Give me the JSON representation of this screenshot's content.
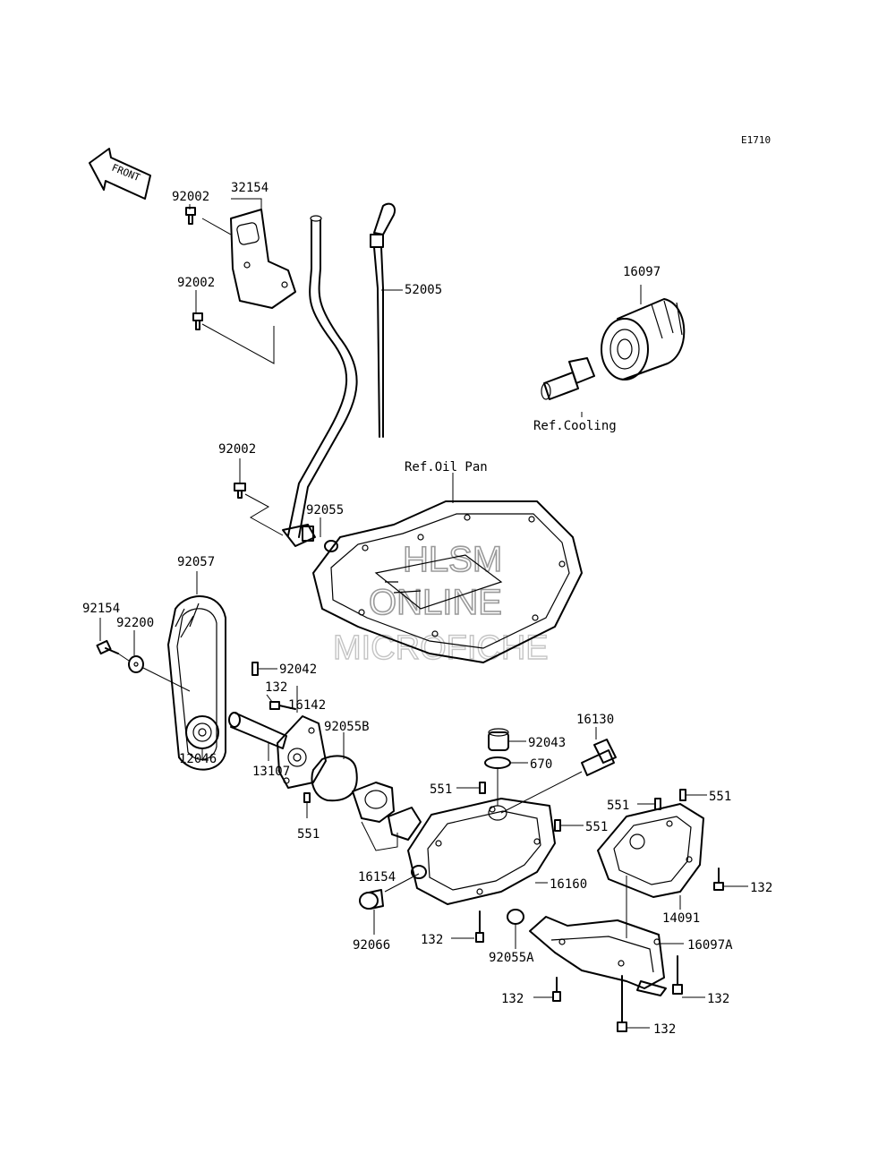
{
  "diagram_code": "E1710",
  "front_label": "FRONT",
  "refs": {
    "cooling": "Ref.Cooling",
    "oil_pan": "Ref.Oil Pan"
  },
  "labels": {
    "p32154": "32154",
    "p92002_a": "92002",
    "p92002_b": "92002",
    "p92002_c": "92002",
    "p52005": "52005",
    "p16097": "16097",
    "p92055": "92055",
    "p92057": "92057",
    "p92154": "92154",
    "p92200": "92200",
    "p92042": "92042",
    "p132_a": "132",
    "p16142": "16142",
    "p92055b": "92055B",
    "p12046": "12046",
    "p13107": "13107",
    "p551_a": "551",
    "p16130": "16130",
    "p92043": "92043",
    "p670": "670",
    "p551_b": "551",
    "p551_c": "551",
    "p551_d": "551",
    "p551_e": "551",
    "p16154": "16154",
    "p16160": "16160",
    "p14091": "14091",
    "p132_b": "132",
    "p92066": "92066",
    "p132_c": "132",
    "p92055a": "92055A",
    "p16097a": "16097A",
    "p132_d": "132",
    "p132_e": "132",
    "p132_f": "132"
  },
  "watermark": {
    "line1": "HLSM",
    "line2": "ONLINE",
    "line3": "MICROFICHE"
  }
}
